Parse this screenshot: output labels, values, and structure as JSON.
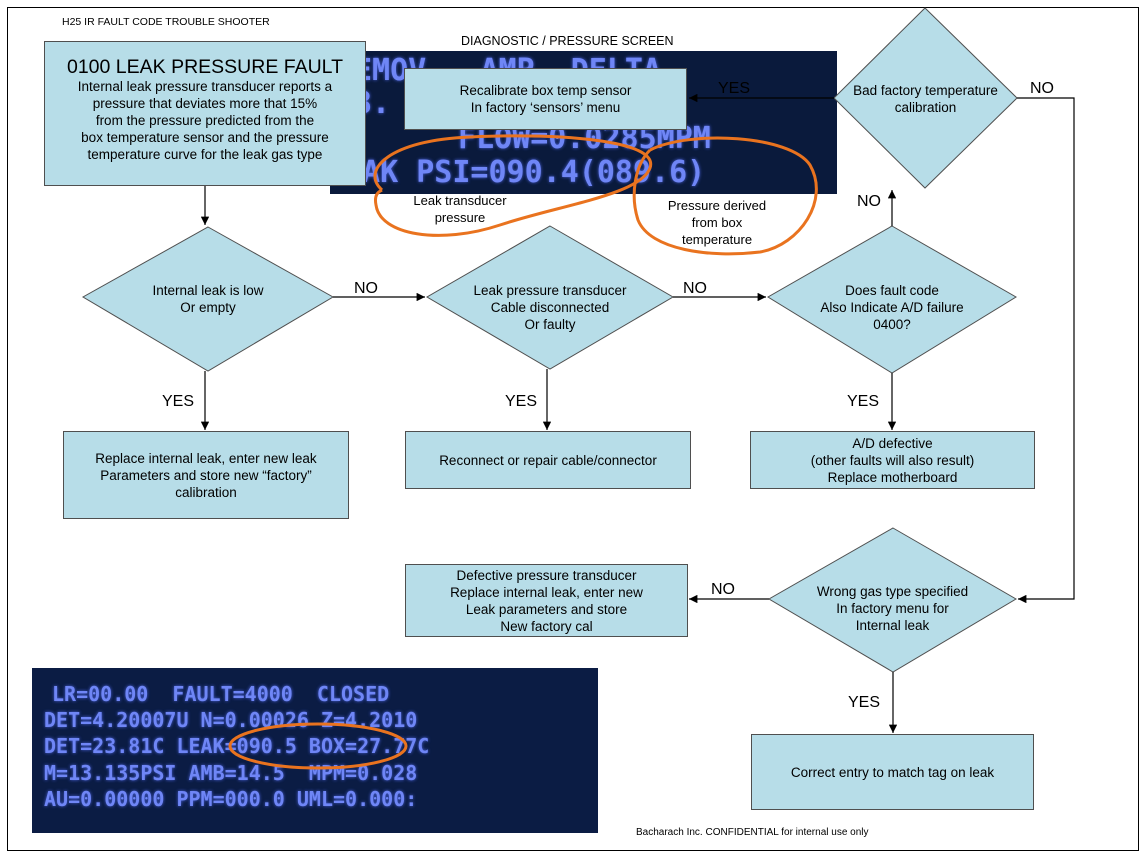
{
  "header": {
    "title": "H25 IR FAULT CODE TROUBLE SHOOTER",
    "screen_label": "DIAGNOSTIC / PRESSURE SCREEN"
  },
  "fault_box": {
    "title": "0100 LEAK PRESSURE FAULT",
    "lines": [
      "Internal leak pressure transducer reports a",
      "pressure that deviates more that 15%",
      "from the pressure predicted from the",
      "box temperature sensor and the pressure",
      "temperature curve for the leak gas type"
    ]
  },
  "lcd_top": {
    "lines": [
      "EMOV   AMP  DELTA",
      "3.        -1.4",
      "FLOW=0.0285MPM",
      "EAK PSI=090.4(089.6)"
    ]
  },
  "annotations": {
    "leak_transducer": [
      "Leak transducer",
      "pressure"
    ],
    "pressure_derived": [
      "Pressure derived",
      "from box",
      "temperature"
    ]
  },
  "nodes": {
    "recalibrate": [
      "Recalibrate box temp sensor",
      "In factory ‘sensors’ menu"
    ],
    "bad_factory": [
      "Bad factory temperature",
      "calibration"
    ],
    "internal_leak": [
      "Internal leak is low",
      "Or empty"
    ],
    "cable": [
      "Leak pressure transducer",
      "Cable disconnected",
      "Or faulty"
    ],
    "ad_failure": [
      "Does fault code",
      "Also Indicate A/D failure",
      "0400?"
    ],
    "replace_leak": [
      "Replace internal leak, enter new leak",
      "Parameters and store new “factory”",
      "calibration"
    ],
    "reconnect": [
      "Reconnect or repair cable/connector"
    ],
    "ad_defective": [
      "A/D defective",
      "(other faults will also result)",
      "Replace motherboard"
    ],
    "defective_transducer": [
      "Defective pressure transducer",
      "Replace internal leak, enter new",
      "Leak parameters and store",
      "New factory cal"
    ],
    "wrong_gas": [
      "Wrong gas type specified",
      "In factory menu for",
      "Internal leak"
    ],
    "correct_entry": [
      "Correct entry to match tag on leak"
    ]
  },
  "edge_labels": {
    "yes_recal": "YES",
    "no_bad_factory": "NO",
    "no_up": "NO",
    "no_1": "NO",
    "no_2": "NO",
    "yes_1": "YES",
    "yes_2": "YES",
    "yes_3": "YES",
    "no_wrong_gas": "NO",
    "yes_wrong_gas": "YES"
  },
  "lcd_bottom": {
    "lines": [
      "LR=00.00  FAULT=4000  CLOSED",
      "DET=4.20007U N=0.00026 Z=4.2010",
      "DET=23.81C LEAK=090.5 BOX=27.77C",
      "M=13.135PSI AMB=14.5  MPM=0.028",
      "AU=0.00000 PPM=000.0 UML=0.000:"
    ]
  },
  "footer": {
    "confidential": "Bacharach Inc. CONFIDENTIAL for internal use only"
  },
  "colors": {
    "node_fill": "#b7dde8",
    "lcd_background": "#0a1a3c",
    "lcd_text": "#6f86f6",
    "highlight_circle": "#e9731f"
  }
}
